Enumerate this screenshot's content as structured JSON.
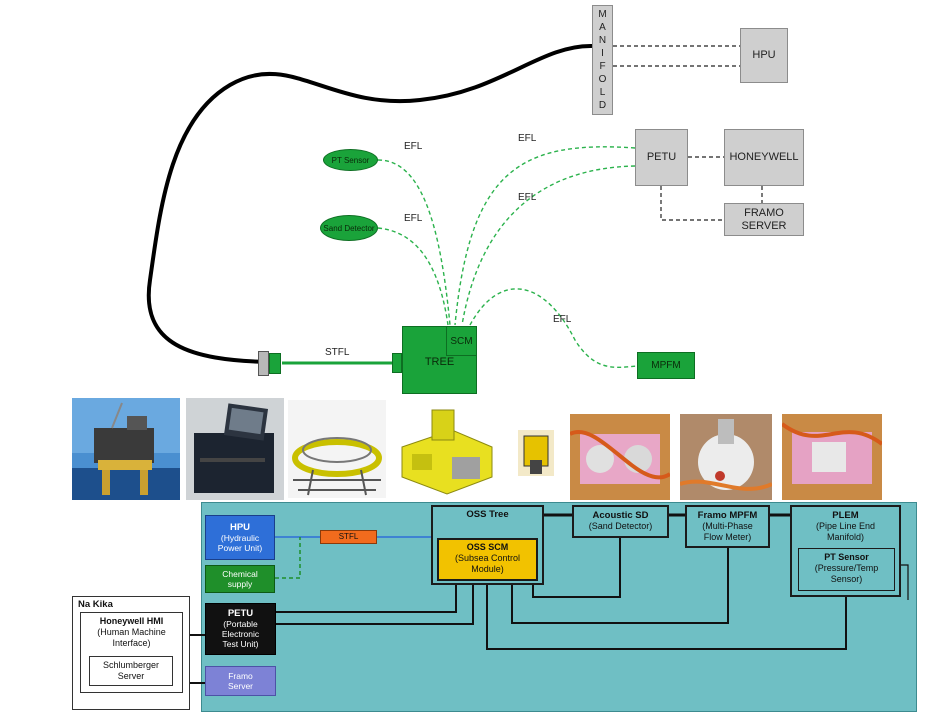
{
  "top": {
    "manifold_letters": [
      "M",
      "A",
      "N",
      "I",
      "F",
      "O",
      "L",
      "D"
    ],
    "hpu": "HPU",
    "petu": "PETU",
    "honeywell": "HONEYWELL",
    "framo_server": [
      "FRAMO",
      "SERVER"
    ],
    "pt_sensor": "PT Sensor",
    "sand_detector": "Sand Detector",
    "scm": "SCM",
    "tree": "TREE",
    "mpfm": "MPFM",
    "stfl": "STFL",
    "efl": "EFL"
  },
  "bottom": {
    "hpu": {
      "title": "HPU",
      "l1": "(Hydraulic",
      "l2": "Power Unit)"
    },
    "stfl": "STFL",
    "chemical": {
      "l1": "Chemical",
      "l2": "supply"
    },
    "petu": {
      "title": "PETU",
      "l1": "(Portable",
      "l2": "Electronic",
      "l3": "Test Unit)"
    },
    "framo_server": {
      "l1": "Framo",
      "l2": "Server"
    },
    "oss_tree": "OSS Tree",
    "oss_scm": {
      "title": "OSS SCM",
      "l1": "(Subsea Control",
      "l2": "Module)"
    },
    "acoustic_sd": {
      "title": "Acoustic SD",
      "l1": "(Sand Detector)"
    },
    "framo_mpfm": {
      "title": "Framo MPFM",
      "l1": "(Multi-Phase",
      "l2": "Flow Meter)"
    },
    "plem": {
      "title": "PLEM",
      "l1": "(Pipe Line End",
      "l2": "Manifold)"
    },
    "pt_sensor": {
      "title": "PT Sensor",
      "l1": "(Pressure/Temp",
      "l2": "Sensor)"
    },
    "na_kika": "Na Kika",
    "honeywell_hmi": {
      "title": "Honeywell HMI",
      "l1": "(Human Machine",
      "l2": "Interface)"
    },
    "schlumberger": {
      "l1": "Schlumberger",
      "l2": "Server"
    }
  },
  "colors": {
    "teal": "#6fbfc4",
    "green": "#1aa33a",
    "hpu_blue": "#2e6fd8",
    "chem_green": "#1f8f2a",
    "petu_black": "#111111",
    "framo_purple": "#7d82d6",
    "scm_yellow": "#f2c200",
    "stfl_orange": "#f26b1d"
  }
}
